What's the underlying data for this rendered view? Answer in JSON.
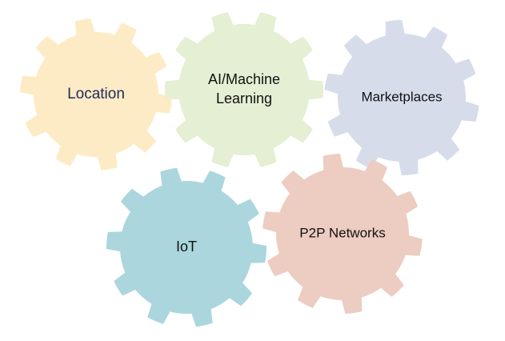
{
  "diagram": {
    "gears": [
      {
        "id": "location",
        "lines": [
          "Location"
        ],
        "fill": "#FDEBC5",
        "text_color": "#1F2A5A"
      },
      {
        "id": "ai-ml",
        "lines": [
          "AI/Machine",
          "Learning"
        ],
        "fill": "#E4EFD3",
        "text_color": "#111111"
      },
      {
        "id": "marketplaces",
        "lines": [
          "Marketplaces"
        ],
        "fill": "#D7DCEB",
        "text_color": "#111111"
      },
      {
        "id": "iot",
        "lines": [
          "IoT"
        ],
        "fill": "#ABD6DE",
        "text_color": "#111111"
      },
      {
        "id": "p2p",
        "lines": [
          "P2P Networks"
        ],
        "fill": "#EDCCC1",
        "text_color": "#111111"
      }
    ]
  }
}
